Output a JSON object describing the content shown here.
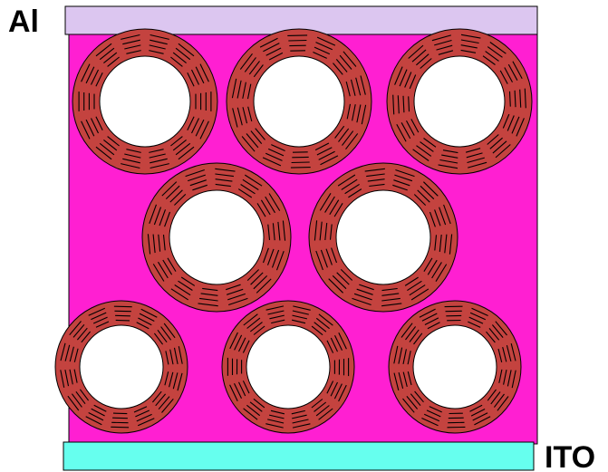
{
  "labels": {
    "top_electrode": "Al",
    "bottom_electrode": "ITO"
  },
  "colors": {
    "top_electrode": "#dcc6f0",
    "active_layer": "#ff1fd2",
    "bottom_electrode": "#66ffee",
    "shell": "#c4433f",
    "core": "#ffffff",
    "outline": "#000000"
  },
  "structure": {
    "row_sizes": [
      3,
      2,
      3
    ],
    "total_particles": 8
  }
}
